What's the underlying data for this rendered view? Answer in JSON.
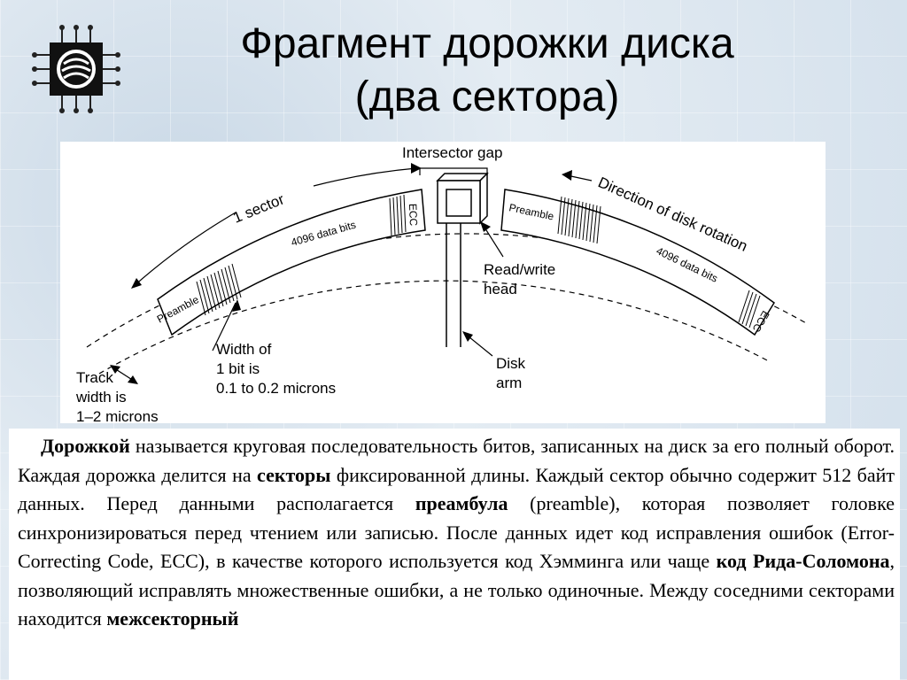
{
  "slide": {
    "title_line1": "Фрагмент дорожки диска",
    "title_line2": "(два сектора)",
    "logo_icon": "chip-logo-icon"
  },
  "figure": {
    "intersector_gap": "Intersector gap",
    "one_sector": "1 sector",
    "direction_of_rotation": "Direction of disk rotation",
    "preamble": "Preamble",
    "data_bits": "4096 data bits",
    "ecc": "ECC",
    "read_write_line1": "Read/write",
    "read_write_line2": "head",
    "bit_width_line1": "Width of",
    "bit_width_line2": "1 bit is",
    "bit_width_line3": "0.1 to 0.2 microns",
    "track_width_line1": "Track",
    "track_width_line2": "width is",
    "track_width_line3": "1–2 microns",
    "disk_arm_line1": "Disk",
    "disk_arm_line2": "arm"
  },
  "text": {
    "p1_a": "Дорожкой",
    "p1_b": " называется круговая последовательность битов, записанных на диск за его полный оборот. Каждая дорожка делится на ",
    "p1_c": "секторы",
    "p1_d": " фиксированной длины. Каждый сектор обычно содержит 512 байт данных. Перед данными располагается ",
    "p1_e": "преамбула",
    "p1_f": " (preamble), которая позволяет головке синхронизироваться перед чтением или записью. После данных идет код исправления ошибок (Error-Correcting Code, ECC), в качестве которого используется код Хэмминга или чаще ",
    "p1_g": "код Рида-Соломона",
    "p1_h": ", позволяющий исправлять множественные ошибки, а не только одиночные. Между соседними секторами находится ",
    "p1_i": "межсекторный"
  }
}
